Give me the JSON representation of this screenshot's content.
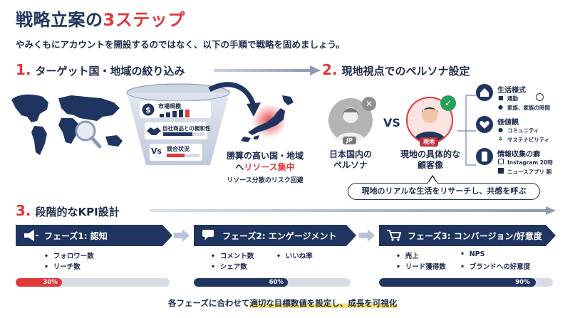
{
  "header": {
    "title_main": "戦略立案の",
    "title_accent": "3ステップ",
    "subtitle": "やみくもにアカウントを開設するのではなく、以下の手順で戦略を固めましょう。"
  },
  "step1": {
    "number": "1.",
    "heading": "ターゲット国・地域の絞り込み",
    "funnel": [
      {
        "label": "市場規模",
        "icon": "dollar-icon"
      },
      {
        "label": "自社商品との親和性",
        "icon": "handshake-icon"
      },
      {
        "label": "競合状況",
        "icon": "versus-icon"
      }
    ],
    "result_line1": "勝算の高い国・地域",
    "result_line2_prefix": "へ",
    "result_line2_accent": "リソース集中",
    "result_note": "リソース分散のリスク回避"
  },
  "step2": {
    "number": "2.",
    "heading": "現地視点でのペルソナ設定",
    "left_badge": "JP",
    "left_caption_1": "日本国内の",
    "left_caption_2": "ペルソナ",
    "vs": "VS",
    "right_badge": "現地",
    "right_caption_1": "現地の具体的な",
    "right_caption_2": "顧客像",
    "side": [
      {
        "title": "生活様式",
        "icon": "house-icon",
        "items": [
          "通勤",
          "家族、家族の時間"
        ]
      },
      {
        "title": "価値観",
        "icon": "heart-icon",
        "items": [
          "コミュニティ",
          "サステナビリティ"
        ]
      },
      {
        "title": "情報収集の癖",
        "icon": "phone-icon",
        "items": [
          "Instagram 20時",
          "ニュースアプリ 朝"
        ]
      }
    ],
    "callout": "現地のリアルな生活をリサーチし、共感を呼ぶ"
  },
  "step3": {
    "number": "3.",
    "heading": "段階的なKPI設計",
    "phases": [
      {
        "label": "フェーズ1: 認知",
        "icon": "megaphone-icon",
        "bullets": [
          "フォロワー数",
          "リーチ数"
        ],
        "progress": 30,
        "progress_text": "30%"
      },
      {
        "label": "フェーズ2: エンゲージメント",
        "icon": "chat-icon",
        "bullets": [
          "コメント数",
          "シェア数",
          "いいね率"
        ],
        "progress": 60,
        "progress_text": "60%"
      },
      {
        "label": "フェーズ3: コンバージョン/好意度",
        "icon": "cart-icon",
        "bullets": [
          "売上",
          "リード獲得数",
          "NPS",
          "ブランドへの好意度"
        ],
        "progress": 90,
        "progress_text": "90%"
      }
    ],
    "footer_prefix": "各フェーズに合わせて",
    "footer_highlight": "適切な目標数値を設定し、成長を可視化"
  },
  "colors": {
    "navy": "#1f3560",
    "red": "#e0383c",
    "green": "#27a05a",
    "gray": "#8f8f8f"
  }
}
